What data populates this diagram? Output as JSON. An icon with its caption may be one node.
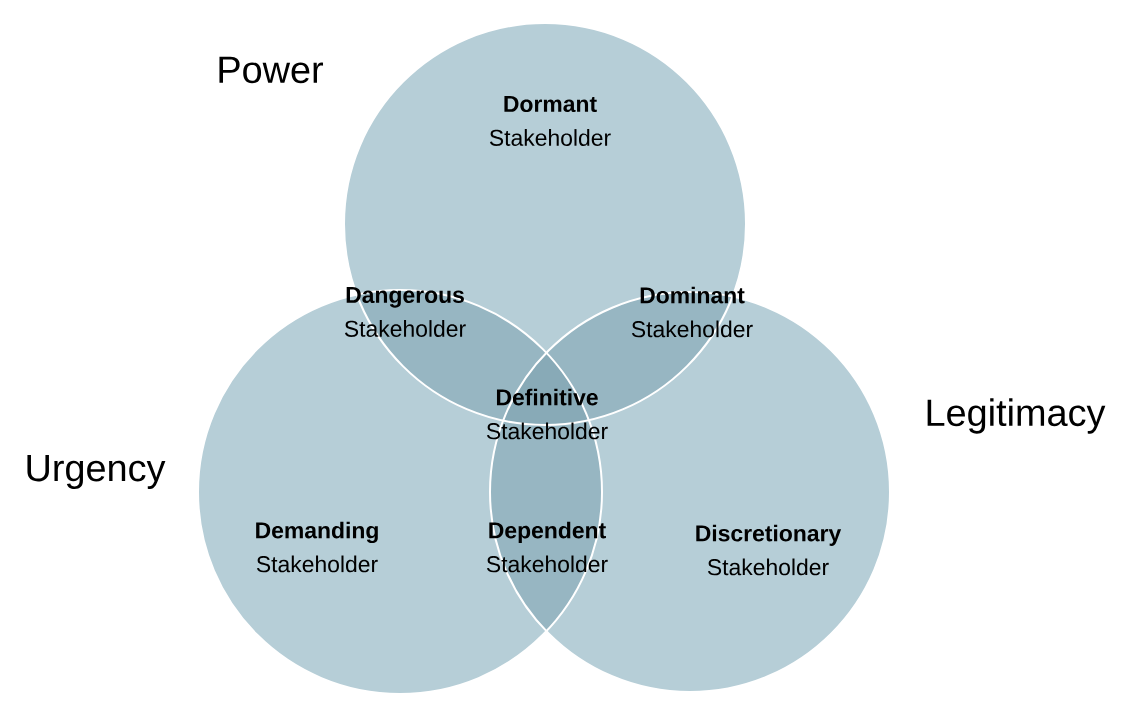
{
  "diagram": {
    "nodes": [
      {
        "text": [
          "Power"
        ]
      },
      {
        "text": [
          "Urgency"
        ]
      },
      {
        "text": [
          "Legitimacy"
        ]
      }
    ],
    "labels": [
      "**Dormant** Stakeholder",
      "**Dangerous** Stakeholder",
      "**Dominant** Stakeholder",
      "**Definitive** Stakeholder",
      "**Demanding** Stakeholder",
      "**Dependent** Stakeholder",
      "**Discretionary** Stakeholder"
    ]
  }
}
